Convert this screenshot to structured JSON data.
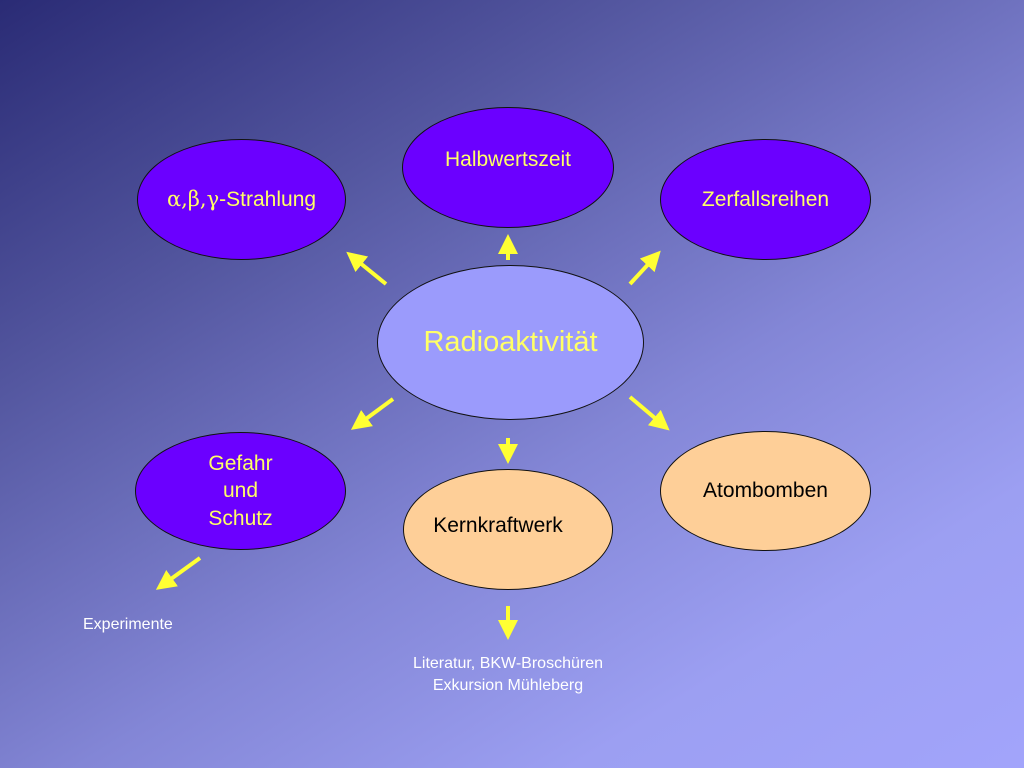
{
  "diagram": {
    "center": "Radioaktivität",
    "nodes": {
      "strahlung_greek": "α,β,γ",
      "strahlung_rest": "-Strahlung",
      "halbwertszeit": "Halbwertszeit",
      "zerfallsreihen": "Zerfallsreihen",
      "gefahr": "Gefahr\nund\nSchutz",
      "kernkraftwerk": "Kernkraftwerk",
      "atombomben": "Atombomben"
    },
    "notes": {
      "experimente": "Experimente",
      "literatur_line1": "Literatur, BKW-Broschüren",
      "literatur_line2": "Exkursion Mühleberg"
    }
  },
  "colors": {
    "background_start": "#2a2b75",
    "background_end": "#a2a4fb",
    "violet_node": "#6b00ff",
    "peach_node": "#fecf98",
    "center_node": "#9b9bfc",
    "node_text_yellow": "#ffff66",
    "arrow": "#ffff33"
  }
}
